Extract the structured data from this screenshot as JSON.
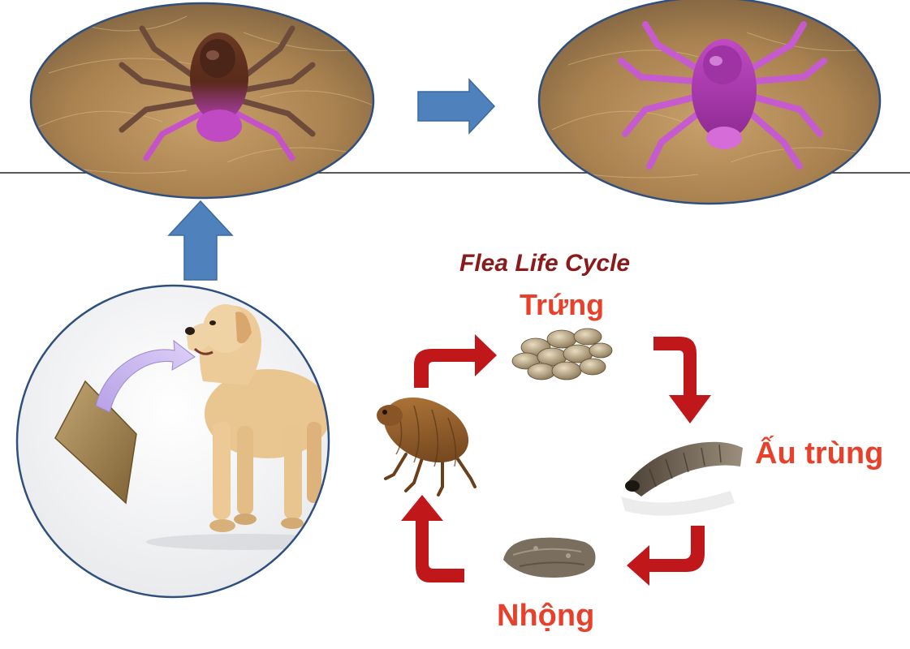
{
  "diagram": {
    "title": "Flea Life Cycle",
    "stages": {
      "egg": "Trứng",
      "larva": "Ấu trùng",
      "pupa": "Nhộng"
    }
  },
  "colors": {
    "arrow_blue": "#4f81bd",
    "cycle_red": "#c0171b",
    "label_red": "#e8412b",
    "title_dark_red": "#8b1a1a",
    "frame_blue": "#2f4f7f",
    "tick_pink": "#c84fc8",
    "grass": "#b08a55",
    "collar_bronze": "#a98a55",
    "treatment_purple": "#c9a8e8"
  },
  "icons": [
    "tick-brown-pink",
    "tick-pink",
    "dog",
    "collar",
    "flea",
    "eggs",
    "larva",
    "pupa"
  ]
}
